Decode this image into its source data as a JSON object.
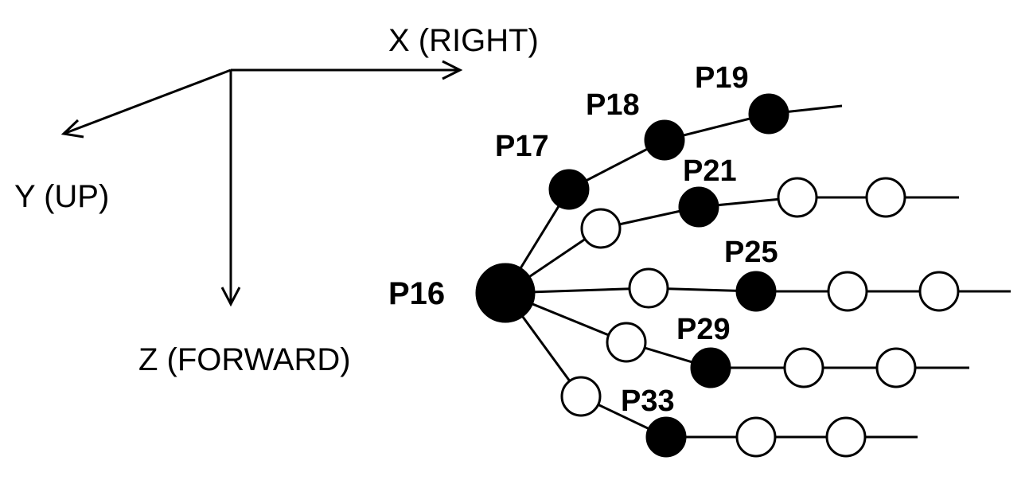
{
  "axes": {
    "x_label": "X (RIGHT)",
    "y_label": "Y (UP)",
    "z_label": "Z (FORWARD)"
  },
  "joints": {
    "root": "P16",
    "p17": "P17",
    "p18": "P18",
    "p19": "P19",
    "p21": "P21",
    "p25": "P25",
    "p29": "P29",
    "p33": "P33"
  },
  "legend_semantics": {
    "filled_joint_color": "#000000",
    "open_joint_color": "#ffffff"
  }
}
